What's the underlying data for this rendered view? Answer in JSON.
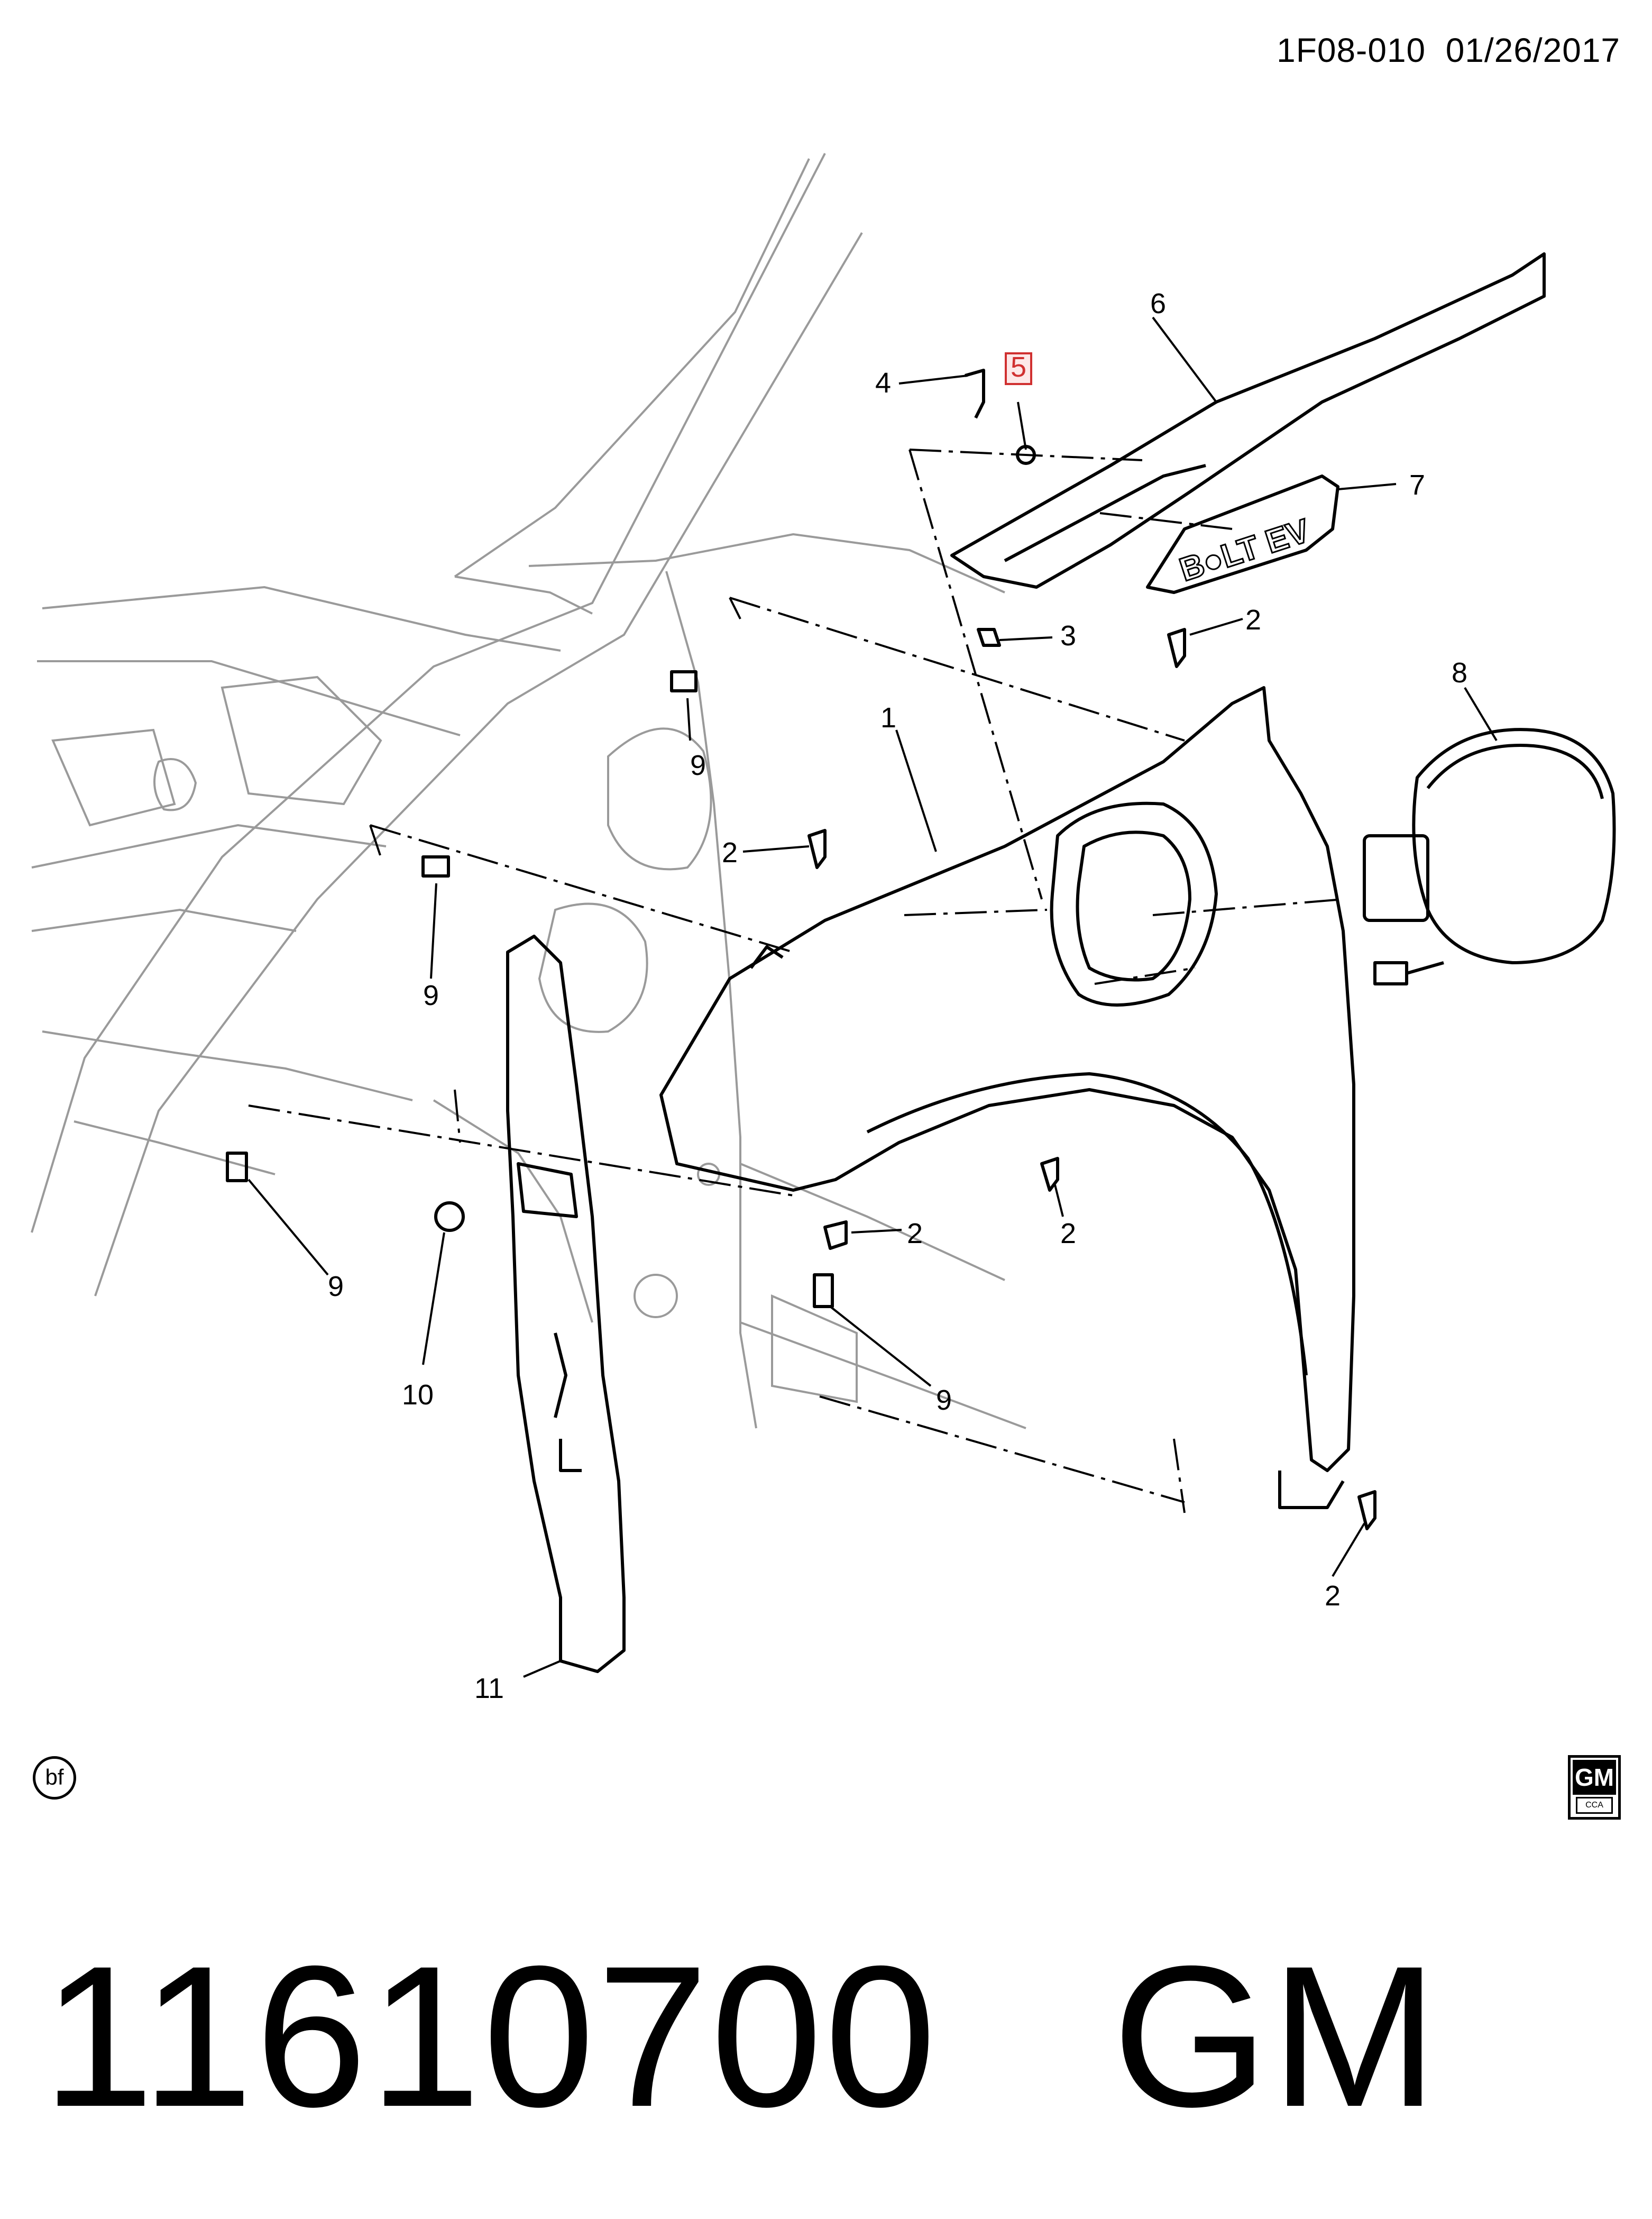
{
  "header": {
    "diagram_id": "1F08-010",
    "date": "01/26/2017"
  },
  "callouts": [
    {
      "id": "c1",
      "label": "1"
    },
    {
      "id": "c2a",
      "label": "2"
    },
    {
      "id": "c2b",
      "label": "2"
    },
    {
      "id": "c2c",
      "label": "2"
    },
    {
      "id": "c2d",
      "label": "2"
    },
    {
      "id": "c2e",
      "label": "2"
    },
    {
      "id": "c3",
      "label": "3"
    },
    {
      "id": "c4",
      "label": "4"
    },
    {
      "id": "c5",
      "label": "5",
      "highlighted": true,
      "highlight_color": "#d03030"
    },
    {
      "id": "c6",
      "label": "6"
    },
    {
      "id": "c7",
      "label": "7"
    },
    {
      "id": "c8",
      "label": "8"
    },
    {
      "id": "c9a",
      "label": "9"
    },
    {
      "id": "c9b",
      "label": "9"
    },
    {
      "id": "c9c",
      "label": "9"
    },
    {
      "id": "c9d",
      "label": "9"
    },
    {
      "id": "c10",
      "label": "10"
    },
    {
      "id": "c11",
      "label": "11"
    }
  ],
  "badge_text": "B●LT EV",
  "footer": {
    "bf_label": "bf",
    "gm_logo_text": "GM",
    "gm_logo_subtext": "CCA"
  },
  "part_number": {
    "number": "11610700",
    "brand": "GM"
  },
  "colors": {
    "line": "#000000",
    "ghost_line": "#9a9a9a",
    "highlight": "#d03030"
  }
}
